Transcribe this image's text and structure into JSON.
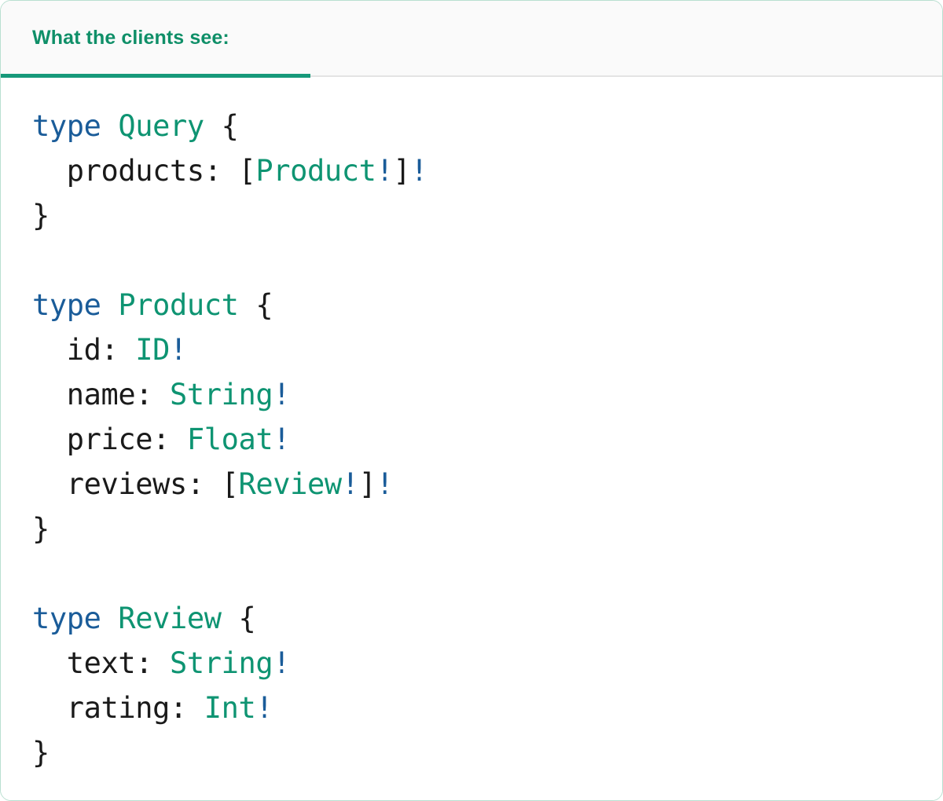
{
  "card": {
    "border_color": "#b9dfd0",
    "background": "#ffffff"
  },
  "header": {
    "background": "#fafafa",
    "divider_color": "#e4e4e4",
    "tabs": [
      {
        "label": "What the clients see:",
        "active": true,
        "accent_color": "#17997a",
        "label_color": "#0f8f68"
      }
    ]
  },
  "syntax_colors": {
    "keyword": "#1a5c99",
    "type": "#0e9472",
    "non_null": "#1a5c99",
    "punctuation": "#1a1a1a"
  },
  "code": {
    "language": "graphql",
    "lines": [
      {
        "tokens": [
          {
            "text": "type",
            "kind": "keyword"
          },
          {
            "text": " ",
            "kind": "punctuation"
          },
          {
            "text": "Query",
            "kind": "type"
          },
          {
            "text": " {",
            "kind": "punctuation"
          }
        ]
      },
      {
        "tokens": [
          {
            "text": "  products: [",
            "kind": "punctuation"
          },
          {
            "text": "Product",
            "kind": "type"
          },
          {
            "text": "!",
            "kind": "non_null"
          },
          {
            "text": "]",
            "kind": "punctuation"
          },
          {
            "text": "!",
            "kind": "non_null"
          }
        ]
      },
      {
        "tokens": [
          {
            "text": "}",
            "kind": "punctuation"
          }
        ]
      },
      {
        "tokens": []
      },
      {
        "tokens": [
          {
            "text": "type",
            "kind": "keyword"
          },
          {
            "text": " ",
            "kind": "punctuation"
          },
          {
            "text": "Product",
            "kind": "type"
          },
          {
            "text": " {",
            "kind": "punctuation"
          }
        ]
      },
      {
        "tokens": [
          {
            "text": "  id: ",
            "kind": "punctuation"
          },
          {
            "text": "ID",
            "kind": "type"
          },
          {
            "text": "!",
            "kind": "non_null"
          }
        ]
      },
      {
        "tokens": [
          {
            "text": "  name: ",
            "kind": "punctuation"
          },
          {
            "text": "String",
            "kind": "type"
          },
          {
            "text": "!",
            "kind": "non_null"
          }
        ]
      },
      {
        "tokens": [
          {
            "text": "  price: ",
            "kind": "punctuation"
          },
          {
            "text": "Float",
            "kind": "type"
          },
          {
            "text": "!",
            "kind": "non_null"
          }
        ]
      },
      {
        "tokens": [
          {
            "text": "  reviews: [",
            "kind": "punctuation"
          },
          {
            "text": "Review",
            "kind": "type"
          },
          {
            "text": "!",
            "kind": "non_null"
          },
          {
            "text": "]",
            "kind": "punctuation"
          },
          {
            "text": "!",
            "kind": "non_null"
          }
        ]
      },
      {
        "tokens": [
          {
            "text": "}",
            "kind": "punctuation"
          }
        ]
      },
      {
        "tokens": []
      },
      {
        "tokens": [
          {
            "text": "type",
            "kind": "keyword"
          },
          {
            "text": " ",
            "kind": "punctuation"
          },
          {
            "text": "Review",
            "kind": "type"
          },
          {
            "text": " {",
            "kind": "punctuation"
          }
        ]
      },
      {
        "tokens": [
          {
            "text": "  text: ",
            "kind": "punctuation"
          },
          {
            "text": "String",
            "kind": "type"
          },
          {
            "text": "!",
            "kind": "non_null"
          }
        ]
      },
      {
        "tokens": [
          {
            "text": "  rating: ",
            "kind": "punctuation"
          },
          {
            "text": "Int",
            "kind": "type"
          },
          {
            "text": "!",
            "kind": "non_null"
          }
        ]
      },
      {
        "tokens": [
          {
            "text": "}",
            "kind": "punctuation"
          }
        ]
      }
    ]
  }
}
